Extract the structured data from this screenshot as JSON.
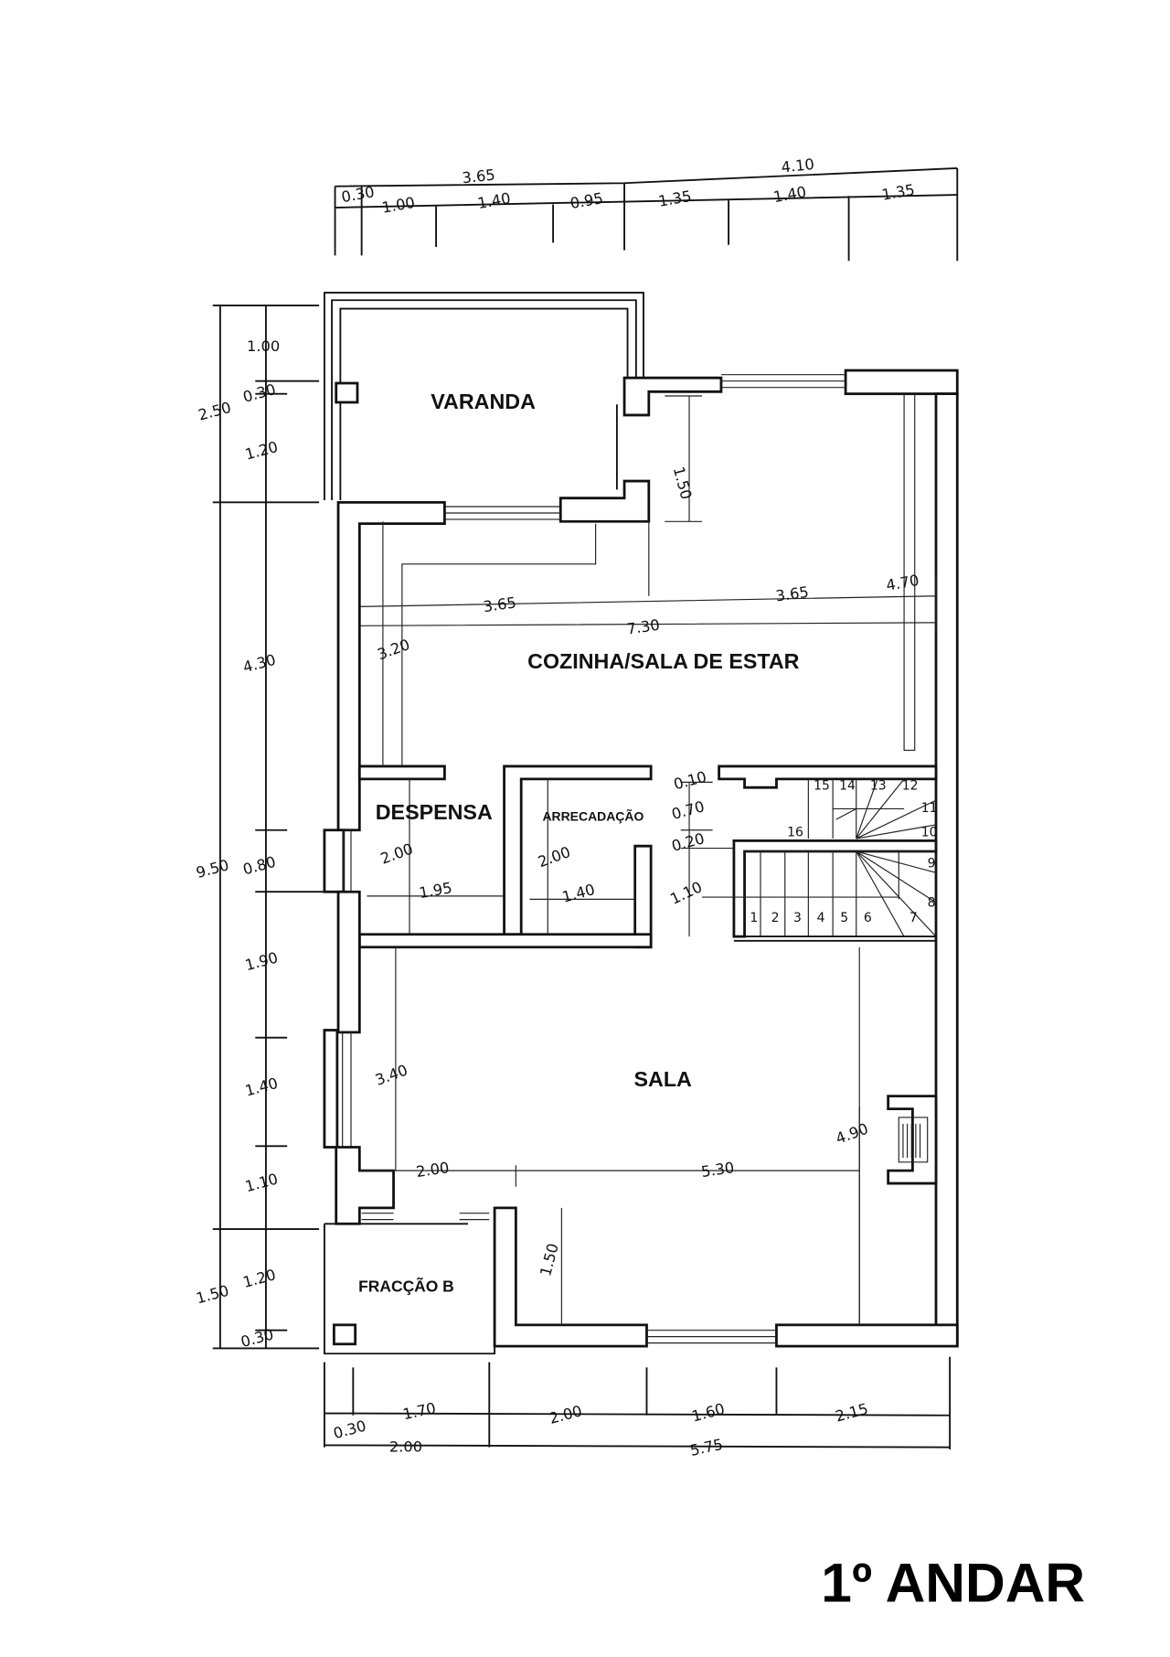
{
  "title": "1º ANDAR",
  "rooms": {
    "varanda": "VARANDA",
    "cozinha": "COZINHA/SALA DE ESTAR",
    "despensa": "DESPENSA",
    "arrecadacao": "ARRECADAÇÃO",
    "sala": "SALA",
    "fraccao": "FRACÇÃO B"
  },
  "dims": {
    "top_upper": [
      "0.30",
      "3.65",
      "4.10"
    ],
    "top_lower": [
      "1.00",
      "1.40",
      "0.95",
      "1.35",
      "1.40",
      "1.35"
    ],
    "left_outer": [
      "2.50",
      "9.50",
      "1.50"
    ],
    "left_inner": [
      "1.00",
      "0.30",
      "1.20",
      "4.30",
      "0.80",
      "1.90",
      "1.40",
      "1.10",
      "1.20",
      "0.30"
    ],
    "bottom_upper": [
      "0.30",
      "1.70",
      "2.00",
      "1.60",
      "2.15"
    ],
    "bottom_lower": [
      "2.00",
      "5.75"
    ],
    "interior": {
      "kitchen_depth": "1.50",
      "kitchen_left_width": "3.65",
      "kitchen_right_width": "3.65",
      "kitchen_height": "4.70",
      "kitchen_total_width": "7.30",
      "kitchen_left_height": "3.20",
      "despensa_height": "2.00",
      "despensa_width": "1.95",
      "arrecadacao_height": "2.00",
      "arrecadacao_width": "1.40",
      "hall_a": "0.10",
      "hall_b": "0.70",
      "hall_c": "0.20",
      "hall_d": "1.10",
      "sala_left_height": "3.40",
      "sala_left_width": "2.00",
      "sala_width": "5.30",
      "sala_height": "4.90",
      "entry_depth": "1.50"
    }
  },
  "stairs": {
    "steps": [
      "1",
      "2",
      "3",
      "4",
      "5",
      "6",
      "7",
      "8",
      "9",
      "10",
      "11",
      "12",
      "13",
      "14",
      "15",
      "16"
    ]
  }
}
